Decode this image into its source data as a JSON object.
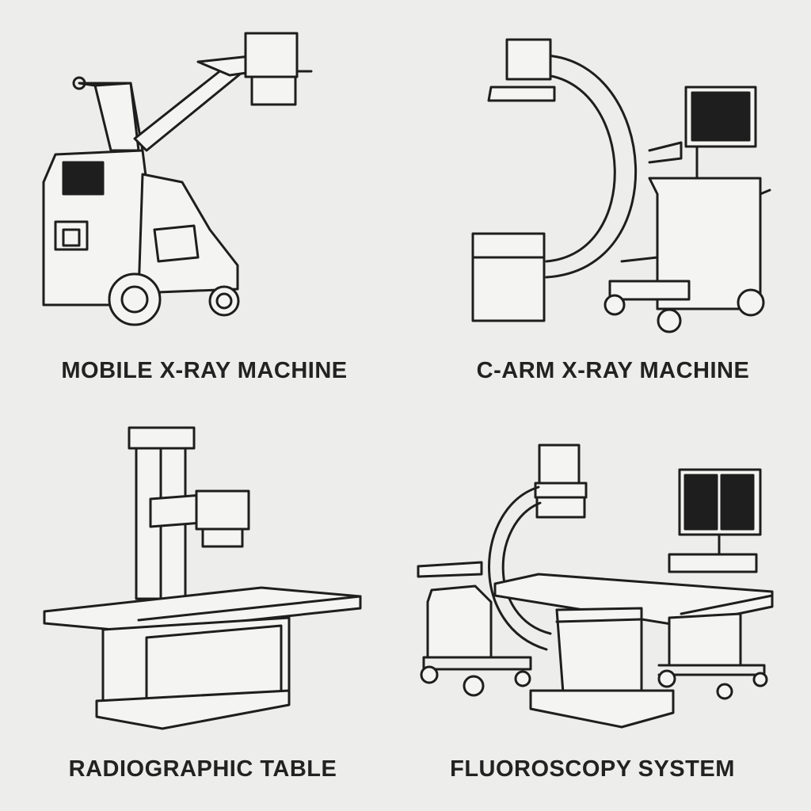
{
  "items": [
    {
      "label": "MOBILE X-RAY MACHINE"
    },
    {
      "label": "C-ARM X-RAY MACHINE"
    },
    {
      "label": "RADIOGRAPHIC TABLE"
    },
    {
      "label": "FLUOROSCOPY SYSTEM"
    }
  ],
  "colors": {
    "background": "#ededeb",
    "line": "#1e1e1e"
  }
}
